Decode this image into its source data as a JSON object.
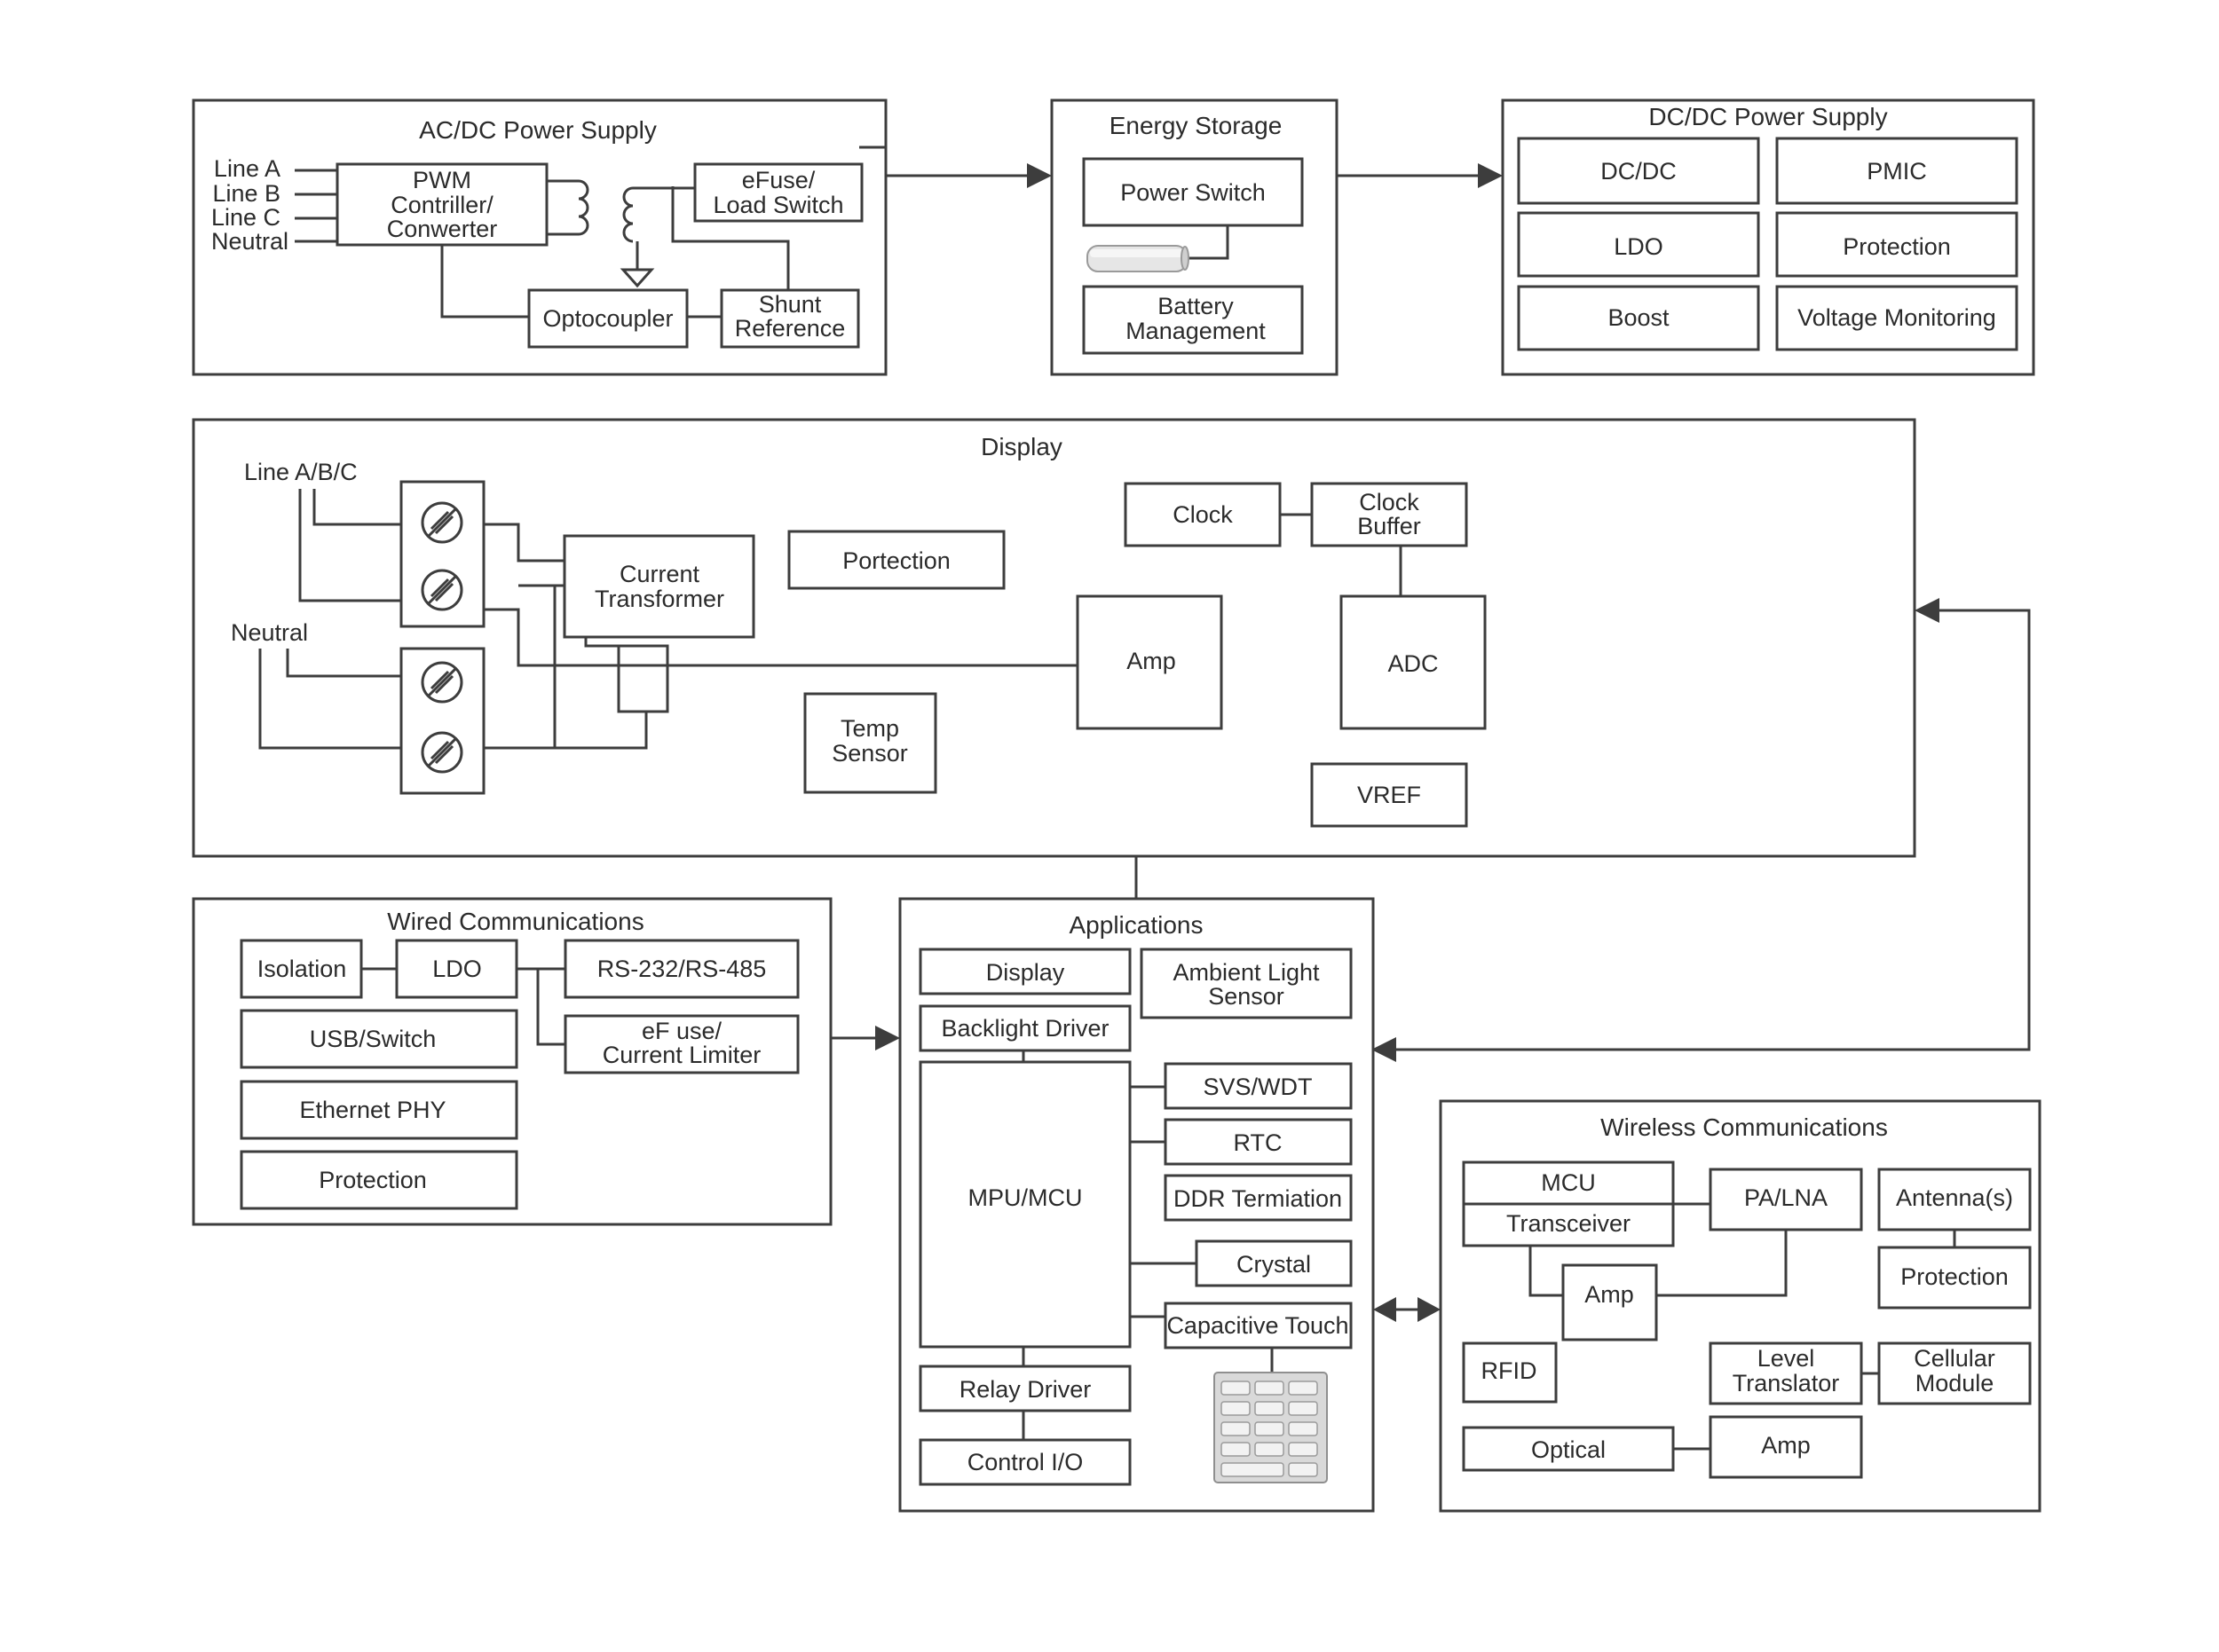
{
  "acdc": {
    "title": "AC/DC Power Supply",
    "line_a": "Line A",
    "line_b": "Line B",
    "line_c": "Line C",
    "neutral": "Neutral",
    "pwm": [
      "PWM",
      "Contriller/",
      "Conwerter"
    ],
    "efuse": [
      "eFuse/",
      "Load Switch"
    ],
    "optocoupler": "Optocoupler",
    "shunt": [
      "Shunt",
      "Reference"
    ]
  },
  "energy": {
    "title": "Energy Storage",
    "power_switch": "Power Switch",
    "battery_mgmt": [
      "Battery",
      "Management"
    ]
  },
  "dcdc": {
    "title": "DC/DC Power Supply",
    "dcdc": "DC/DC",
    "pmic": "PMIC",
    "ldo": "LDO",
    "protection": "Protection",
    "boost": "Boost",
    "voltage_monitoring": "Voltage Monitoring"
  },
  "display": {
    "title": "Display",
    "line_abc": "Line A/B/C",
    "neutral": "Neutral",
    "current_transformer": [
      "Current",
      "Transformer"
    ],
    "portection": "Portection",
    "temp_sensor": [
      "Temp",
      "Sensor"
    ],
    "clock": "Clock",
    "clock_buffer": [
      "Clock",
      "Buffer"
    ],
    "amp": "Amp",
    "adc": "ADC",
    "vref": "VREF"
  },
  "wired": {
    "title": "Wired Communications",
    "isolation": "Isolation",
    "ldo": "LDO",
    "rs232": "RS-232/RS-485",
    "usb": "USB/Switch",
    "efuse": [
      "eF use/",
      "Current Limiter"
    ],
    "ethernet": "Ethernet PHY",
    "protection": "Protection"
  },
  "apps": {
    "title": "Applications",
    "display": "Display",
    "ambient": [
      "Ambient Light",
      "Sensor"
    ],
    "backlight": "Backlight Driver",
    "mpu": "MPU/MCU",
    "svs": "SVS/WDT",
    "rtc": "RTC",
    "ddr": "DDR Termiation",
    "crystal": "Crystal",
    "touch": "Capacitive Touch",
    "relay": "Relay Driver",
    "control_io": "Control I/O"
  },
  "wireless": {
    "title": "Wireless Communications",
    "mcu": "MCU",
    "transceiver": "Transceiver",
    "pa_lna": "PA/LNA",
    "antenna": "Antenna(s)",
    "amp": "Amp",
    "protection": "Protection",
    "rfid": "RFID",
    "level_translator": [
      "Level",
      "Translator"
    ],
    "cellular": [
      "Cellular",
      "Module"
    ],
    "optical": "Optical",
    "amp2": "Amp"
  },
  "colors": {
    "line": "#3d3d3d",
    "text": "#2b2b2b",
    "background": "#ffffff"
  }
}
